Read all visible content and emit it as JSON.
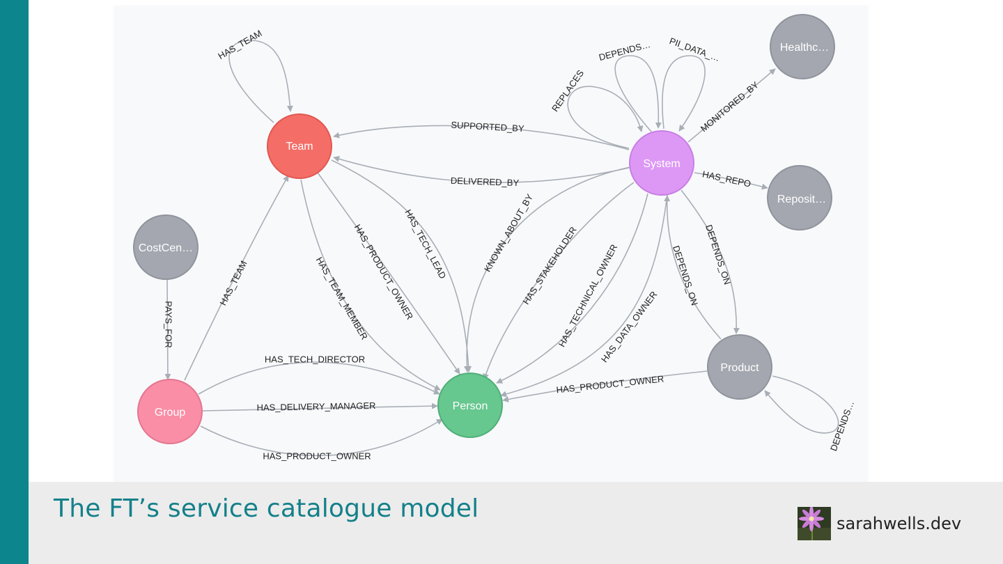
{
  "slide": {
    "title": "The FT’s service catalogue model",
    "brand_text": "sarahwells.dev"
  },
  "colors": {
    "accent_bar": "#0d858d",
    "title_text": "#14808a",
    "footer_bg": "#ececec",
    "edge": "#a8aeb6"
  },
  "nodes": {
    "team": {
      "label": "Team",
      "color": "#f46e67"
    },
    "system": {
      "label": "System",
      "color": "#dd98f5"
    },
    "person": {
      "label": "Person",
      "color": "#66c78f"
    },
    "group": {
      "label": "Group",
      "color": "#f98ea6"
    },
    "costcentre": {
      "label": "CostCen…",
      "color": "#a4a7af"
    },
    "product": {
      "label": "Product",
      "color": "#a4a7af"
    },
    "healthcheck": {
      "label": "Healthc…",
      "color": "#a4a7af"
    },
    "repository": {
      "label": "Reposit…",
      "color": "#a4a7af"
    }
  },
  "relationships": [
    {
      "id": "team-has-team",
      "label": "HAS_TEAM",
      "from": "Team",
      "to": "Team"
    },
    {
      "id": "system-replaces",
      "label": "REPLACES",
      "from": "System",
      "to": "System"
    },
    {
      "id": "system-depends-self",
      "label": "DEPENDS…",
      "from": "System",
      "to": "System"
    },
    {
      "id": "system-pii",
      "label": "PII_DATA_…",
      "from": "System",
      "to": "System"
    },
    {
      "id": "system-monitored-by",
      "label": "MONITORED_BY",
      "from": "System",
      "to": "Healthc…"
    },
    {
      "id": "system-supported-by",
      "label": "SUPPORTED_BY",
      "from": "System",
      "to": "Team"
    },
    {
      "id": "system-delivered-by",
      "label": "DELIVERED_BY",
      "from": "System",
      "to": "Team"
    },
    {
      "id": "system-has-repo",
      "label": "HAS_REPO",
      "from": "System",
      "to": "Reposit…"
    },
    {
      "id": "system-known-about-by",
      "label": "KNOWN_ABOUT_BY",
      "from": "System",
      "to": "Person"
    },
    {
      "id": "system-has-stakeholder",
      "label": "HAS_STAKEHOLDER",
      "from": "System",
      "to": "Person"
    },
    {
      "id": "system-has-technical-owner",
      "label": "HAS_TECHNICAL_OWNER",
      "from": "System",
      "to": "Person"
    },
    {
      "id": "system-has-data-owner",
      "label": "HAS_DATA_OWNER",
      "from": "System",
      "to": "Person"
    },
    {
      "id": "system-depends-on-product",
      "label": "DEPENDS_ON",
      "from": "System",
      "to": "Product"
    },
    {
      "id": "product-depends-on-system",
      "label": "DEPENDS_ON",
      "from": "Product",
      "to": "System"
    },
    {
      "id": "product-depends-self",
      "label": "DEPENDS…",
      "from": "Product",
      "to": "Product"
    },
    {
      "id": "product-has-product-owner",
      "label": "HAS_PRODUCT_OWNER",
      "from": "Product",
      "to": "Person"
    },
    {
      "id": "team-has-team-member",
      "label": "HAS_TEAM_MEMBER",
      "from": "Team",
      "to": "Person"
    },
    {
      "id": "team-has-product-owner",
      "label": "HAS_PRODUCT_OWNER",
      "from": "Team",
      "to": "Person"
    },
    {
      "id": "team-has-tech-lead",
      "label": "HAS_TECH_LEAD",
      "from": "Team",
      "to": "Person"
    },
    {
      "id": "costcentre-pays-for",
      "label": "PAYS_FOR",
      "from": "CostCen…",
      "to": "Group"
    },
    {
      "id": "group-has-team",
      "label": "HAS_TEAM",
      "from": "Group",
      "to": "Team"
    },
    {
      "id": "group-has-tech-director",
      "label": "HAS_TECH_DIRECTOR",
      "from": "Group",
      "to": "Person"
    },
    {
      "id": "group-has-delivery-manager",
      "label": "HAS_DELIVERY_MANAGER",
      "from": "Group",
      "to": "Person"
    },
    {
      "id": "group-has-product-owner",
      "label": "HAS_PRODUCT_OWNER",
      "from": "Group",
      "to": "Person"
    }
  ]
}
